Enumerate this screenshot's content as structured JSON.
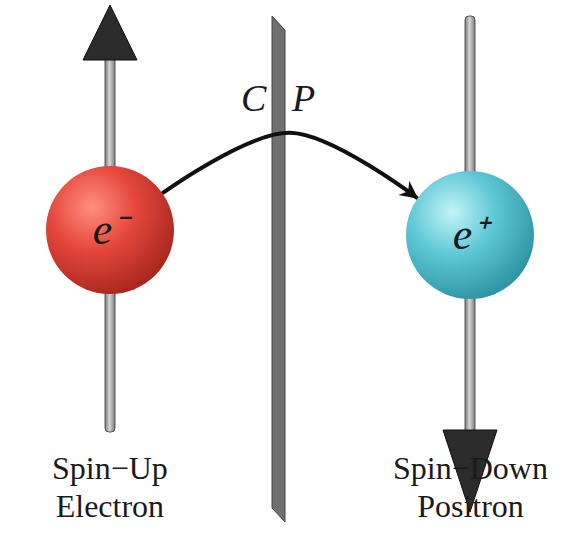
{
  "diagram": {
    "nodes": [
      {
        "text": [
          "e⁻"
        ]
      },
      {
        "text": [
          "e⁺"
        ]
      }
    ],
    "edges": [
      {
        "from": 0,
        "to": 1,
        "arrow": "to"
      }
    ],
    "labels": [
      "C",
      "P",
      "Spin−Up Electron",
      "Spin−Down Positron"
    ]
  }
}
